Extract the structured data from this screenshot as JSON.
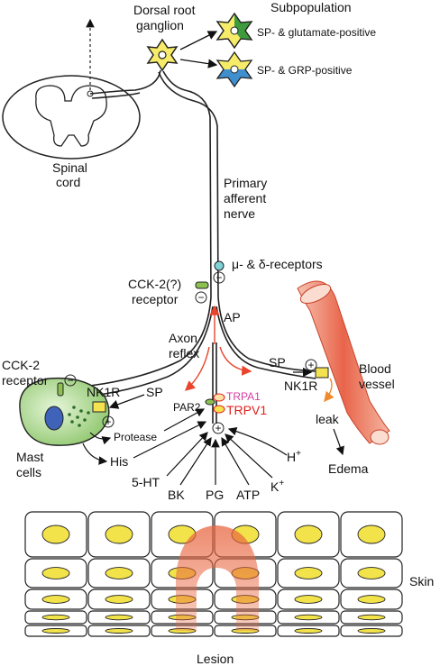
{
  "labels": {
    "drg": [
      "Dorsal root",
      "ganglion"
    ],
    "subpopulation": "Subpopulation",
    "sub1": "SP- & glutamate-positive",
    "sub2": "SP- & GRP-positive",
    "spinal_cord": [
      "Spinal",
      "cord"
    ],
    "primary_afferent": [
      "Primary",
      "afferent",
      "nerve"
    ],
    "mu_delta": "μ- & δ-receptors",
    "cck2q": [
      "CCK-2(?)",
      "receptor"
    ],
    "ap": "AP",
    "axon_reflex": [
      "Axon",
      "reflex"
    ],
    "sp_left": "SP",
    "sp_right": "SP",
    "nk1r_left": "NK1R",
    "nk1r_right": "NK1R",
    "cck2_receptor": [
      "CCK-2",
      "receptor"
    ],
    "blood_vessel": [
      "Blood",
      "vessel"
    ],
    "trpa1": "TRPA1",
    "trpv1": "TRPV1",
    "par2": "PAR2",
    "protease": "Protease",
    "leak": "leak",
    "edema": "Edema",
    "mast_cells": [
      "Mast",
      "cells"
    ],
    "his": "His",
    "ht5": "5-HT",
    "bk": "BK",
    "pg": "PG",
    "atp": "ATP",
    "kplus": "K",
    "hplus": "H",
    "plus_sup": "+",
    "skin": "Skin",
    "lesion": "Lesion"
  },
  "symbols": {
    "minus": "−",
    "plus": "+"
  },
  "colors": {
    "star_yellow": "#f7ec6a",
    "star_green": "#3e9a3c",
    "star_blue": "#3f8fcf",
    "mast_green": "#9ed07c",
    "nucleus_blue": "#3e63b8",
    "cell_yellow": "#f2e34a",
    "receptor_green": "#8cc152",
    "receptor_yellow": "#f4e250",
    "mu_cyan": "#7fd3d7",
    "red_arrow": "#e8452c",
    "trpa1": "#d63ea0",
    "trpv1": "#e0201b",
    "vessel": "#e8654a",
    "lesion": "#e8653f"
  }
}
